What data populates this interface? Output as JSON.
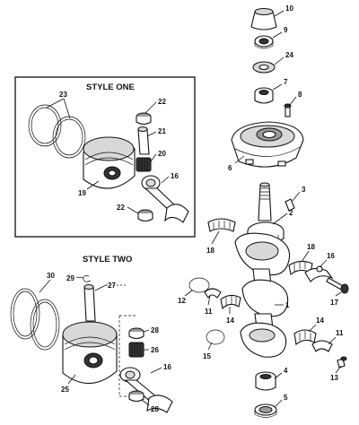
{
  "style_one": {
    "title": "STYLE ONE"
  },
  "style_two": {
    "title": "STYLE TWO"
  },
  "callouts": {
    "c10": "10",
    "c9": "9",
    "c24": "24",
    "c7": "7",
    "c8": "8",
    "c6": "6",
    "c3": "3",
    "c2": "2",
    "c18a": "18",
    "c18b": "18",
    "c16c": "16",
    "c12": "12",
    "c11a": "11",
    "c14a": "14",
    "c17": "17",
    "c1": "1",
    "c15": "15",
    "c14b": "14",
    "c11b": "11",
    "c13": "13",
    "c4": "4",
    "c5": "5",
    "c23": "23",
    "c22a": "22",
    "c21": "21",
    "c20": "20",
    "c19": "19",
    "c16a": "16",
    "c22b": "22",
    "c29": "29",
    "c27": "27",
    "c30": "30",
    "c28a": "28",
    "c26": "26",
    "c25": "25",
    "c16b": "16",
    "c28b": "28"
  }
}
